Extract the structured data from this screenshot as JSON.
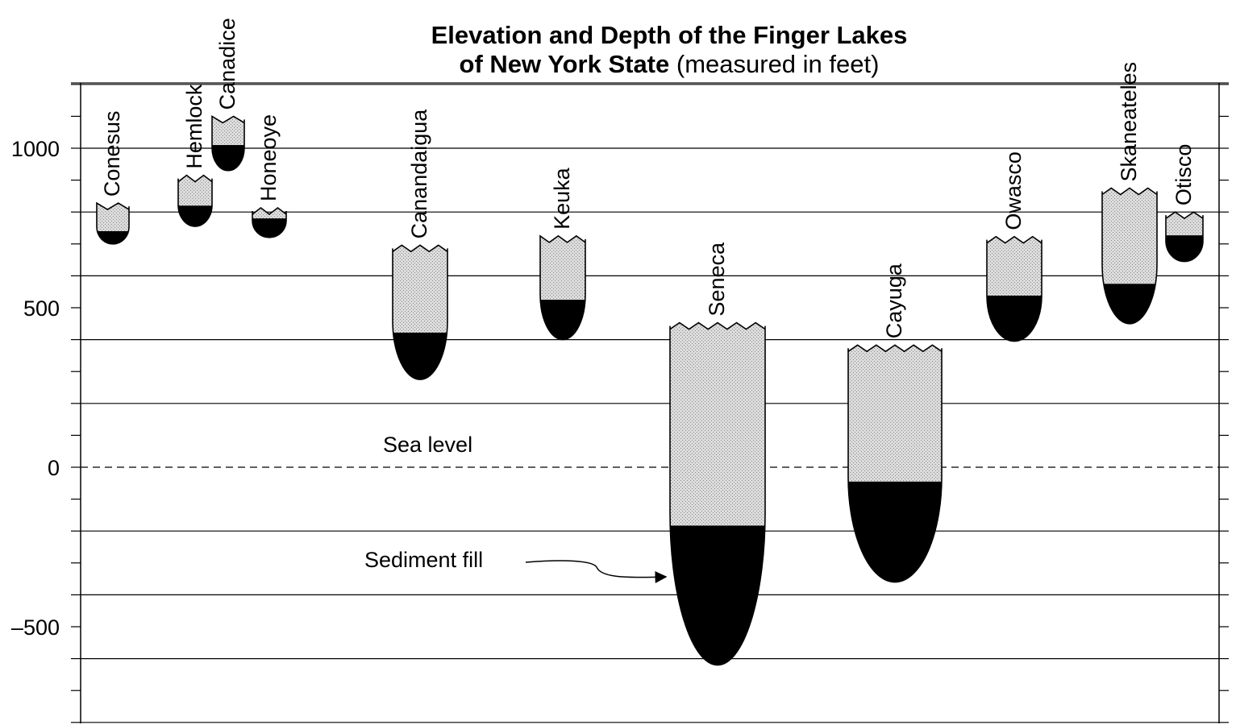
{
  "title": {
    "line1": "Elevation and Depth of the Finger Lakes",
    "line2_bold": "of New York State",
    "line2_normal": "(measured in feet)"
  },
  "labels": {
    "sea_level": "Sea level",
    "sediment_fill": "Sediment fill"
  },
  "colors": {
    "water": "#d8d8d8",
    "sediment": "#000000",
    "grid": "#000000"
  },
  "chart_data": {
    "type": "diagram",
    "title": "Elevation and Depth of the Finger Lakes of New York State (measured in feet)",
    "ylim": [
      -800,
      1200
    ],
    "y_ticks": [
      1000,
      500,
      0,
      -500
    ],
    "y_tick_labels": [
      "1000",
      "500",
      "0",
      "–500"
    ],
    "y_minor_step": 100,
    "lakes": [
      {
        "name": "Conesus",
        "surface": 818,
        "sediment_top": 740,
        "bottom": 700
      },
      {
        "name": "Hemlock",
        "surface": 905,
        "sediment_top": 820,
        "bottom": 755
      },
      {
        "name": "Canadice",
        "surface": 1090,
        "sediment_top": 1010,
        "bottom": 930
      },
      {
        "name": "Honeoye",
        "surface": 803,
        "sediment_top": 780,
        "bottom": 720
      },
      {
        "name": "Canandaigua",
        "surface": 686,
        "sediment_top": 422,
        "bottom": 275
      },
      {
        "name": "Keuka",
        "surface": 715,
        "sediment_top": 525,
        "bottom": 400
      },
      {
        "name": "Seneca",
        "surface": 443,
        "sediment_top": -183,
        "bottom": -620
      },
      {
        "name": "Cayuga",
        "surface": 373,
        "sediment_top": -45,
        "bottom": -360
      },
      {
        "name": "Owasco",
        "surface": 713,
        "sediment_top": 538,
        "bottom": 395
      },
      {
        "name": "Skaneateles",
        "surface": 865,
        "sediment_top": 575,
        "bottom": 450
      },
      {
        "name": "Otisco",
        "surface": 790,
        "sediment_top": 727,
        "bottom": 645
      }
    ]
  }
}
